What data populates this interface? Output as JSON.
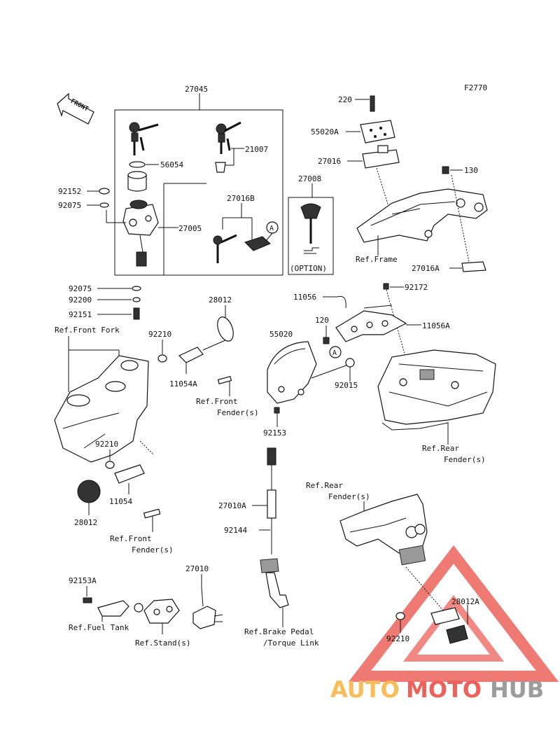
{
  "figure_code": "F2770",
  "front_label": "FRONT",
  "labels": {
    "p27045": "27045",
    "p56054": "56054",
    "p21007": "21007",
    "p27008": "27008",
    "p27016B": "27016B",
    "p27005": "27005",
    "option": "(OPTION)",
    "marker_a": "A",
    "p92152": "92152",
    "p92075": "92075",
    "p92075b": "92075",
    "p92200": "92200",
    "p92151": "92151",
    "p220": "220",
    "p55020A": "55020A",
    "p27016": "27016",
    "p130": "130",
    "ref_frame": "Ref.Frame",
    "p27016A": "27016A",
    "p92172": "92172",
    "p11056": "11056",
    "p120": "120",
    "p11056A": "11056A",
    "p55020": "55020",
    "p92015": "92015",
    "p28012": "28012",
    "ref_front_fork": "Ref.Front Fork",
    "p92210": "92210",
    "p11054A": "11054A",
    "ref_front_fender_1a": "Ref.Front",
    "ref_front_fender_1b": "Fender(s)",
    "p92153": "92153",
    "ref_rear_fender_1a": "Ref.Rear",
    "ref_rear_fender_1b": "Fender(s)",
    "p92210b": "92210",
    "p11054": "11054",
    "p28012b": "28012",
    "ref_front_fender_2a": "Ref.Front",
    "ref_front_fender_2b": "Fender(s)",
    "p27010A": "27010A",
    "p92144": "92144",
    "ref_rear_fender_2a": "Ref.Rear",
    "ref_rear_fender_2b": "Fender(s)",
    "p28012A": "28012A",
    "p92210c": "92210",
    "p92153A": "92153A",
    "p27010": "27010",
    "ref_fuel_tank": "Ref.Fuel Tank",
    "ref_stand": "Ref.Stand(s)",
    "ref_brake_a": "Ref.Brake Pedal",
    "ref_brake_b": "/Torque Link"
  },
  "watermark": {
    "part1": "AUTO",
    "part2": "MOTO",
    "part3": "HUB",
    "colors": {
      "auto": "#f7b23b",
      "moto": "#e9463e",
      "hub": "#8b8b8b",
      "triangle": "#e9463e"
    }
  }
}
